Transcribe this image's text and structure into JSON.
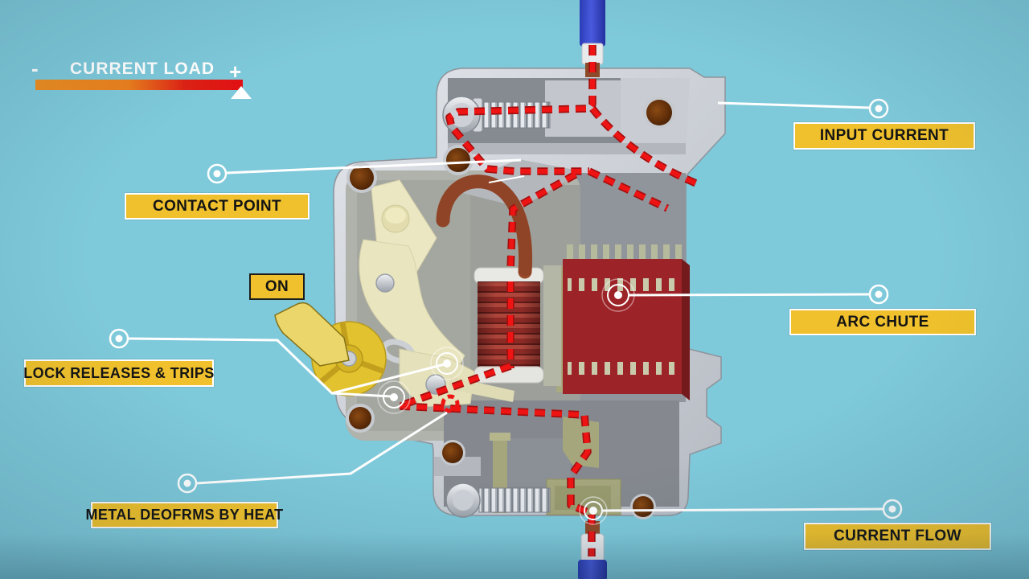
{
  "legend": {
    "title": "CURRENT LOAD",
    "min_symbol": "-",
    "max_symbol": "+",
    "gradient_start": "#ee8d1e",
    "gradient_end": "#e01013",
    "indicator": "triangle-at-max"
  },
  "callouts": {
    "input_current": "INPUT CURRENT",
    "contact_point": "CONTACT POINT",
    "on": "ON",
    "lock_releases": "LOCK RELEASES & TRIPS",
    "metal_deforms": "METAL DEOFRMS BY HEAT",
    "arc_chute": "ARC CHUTE",
    "current_flow": "CURRENT FLOW"
  },
  "colors": {
    "background": "#7ec9da",
    "label_background": "#f0c12c",
    "label_text": "#141414",
    "label_border": "#ffffff",
    "leader_line": "#ffffff",
    "current_path_red": "#ef1414",
    "arc_chute_red": "#9c2327",
    "coil_red": "#8c2b26",
    "wire_blue": "#3348cd",
    "housing_grey": "#c9cdd3",
    "mechanism_cream": "#e9e5bf",
    "cam_yellow": "#e2c32f"
  }
}
